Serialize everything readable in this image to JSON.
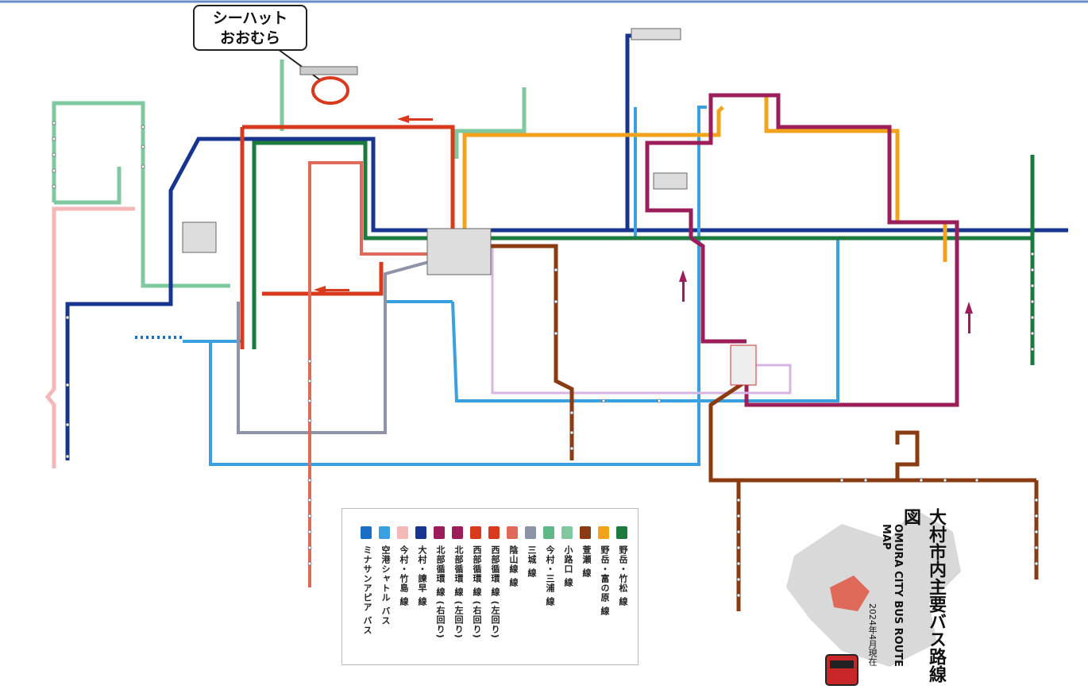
{
  "callout": {
    "line1": "シーハット",
    "line2": "おおむら"
  },
  "title": {
    "main": "大村市内主要バス路線図",
    "sub": "OMURA CITY BUS ROUTE MAP",
    "date": "2024年4月現在"
  },
  "legend": [
    {
      "name": "野岳・竹松 線",
      "color": "#1b7a3e"
    },
    {
      "name": "野岳・富の原 線",
      "color": "#f2a21b"
    },
    {
      "name": "萱瀬 線",
      "color": "#8a3b12"
    },
    {
      "name": "小路口 線",
      "color": "#7fc8a0"
    },
    {
      "name": "今村・三浦 線",
      "color": "#5fb88a"
    },
    {
      "name": "三城 線",
      "color": "#8f93a8"
    },
    {
      "name": "陰山線 線",
      "color": "#e06a5a"
    },
    {
      "name": "西部循環 線 (左回り)",
      "color": "#d93a1e"
    },
    {
      "name": "西部循環 線 (右回り)",
      "color": "#d93a1e"
    },
    {
      "name": "北部循環 線 (左回り)",
      "color": "#9b1e5a"
    },
    {
      "name": "北部循環 線 (右回り)",
      "color": "#9b1e5a"
    },
    {
      "name": "大村・諫早 線",
      "color": "#17358f"
    },
    {
      "name": "今村・竹島 線",
      "color": "#f5b8b8"
    },
    {
      "name": "空港シャトル バス",
      "color": "#3aa0e0"
    },
    {
      "name": "ミナサンアピア バス",
      "color": "#1a6fc4"
    }
  ],
  "colors": {
    "red": "#d93a1e",
    "navy": "#17358f",
    "blue": "#3aa0e0",
    "green": "#1b7a3e",
    "orange": "#f2a21b",
    "brown": "#8a3b12",
    "purple": "#9b1e5a",
    "lilac": "#d8b4e2",
    "pink": "#f5b8b8",
    "mint": "#7fc8a0",
    "gray": "#8f93a8",
    "salmon": "#e06a5a"
  }
}
